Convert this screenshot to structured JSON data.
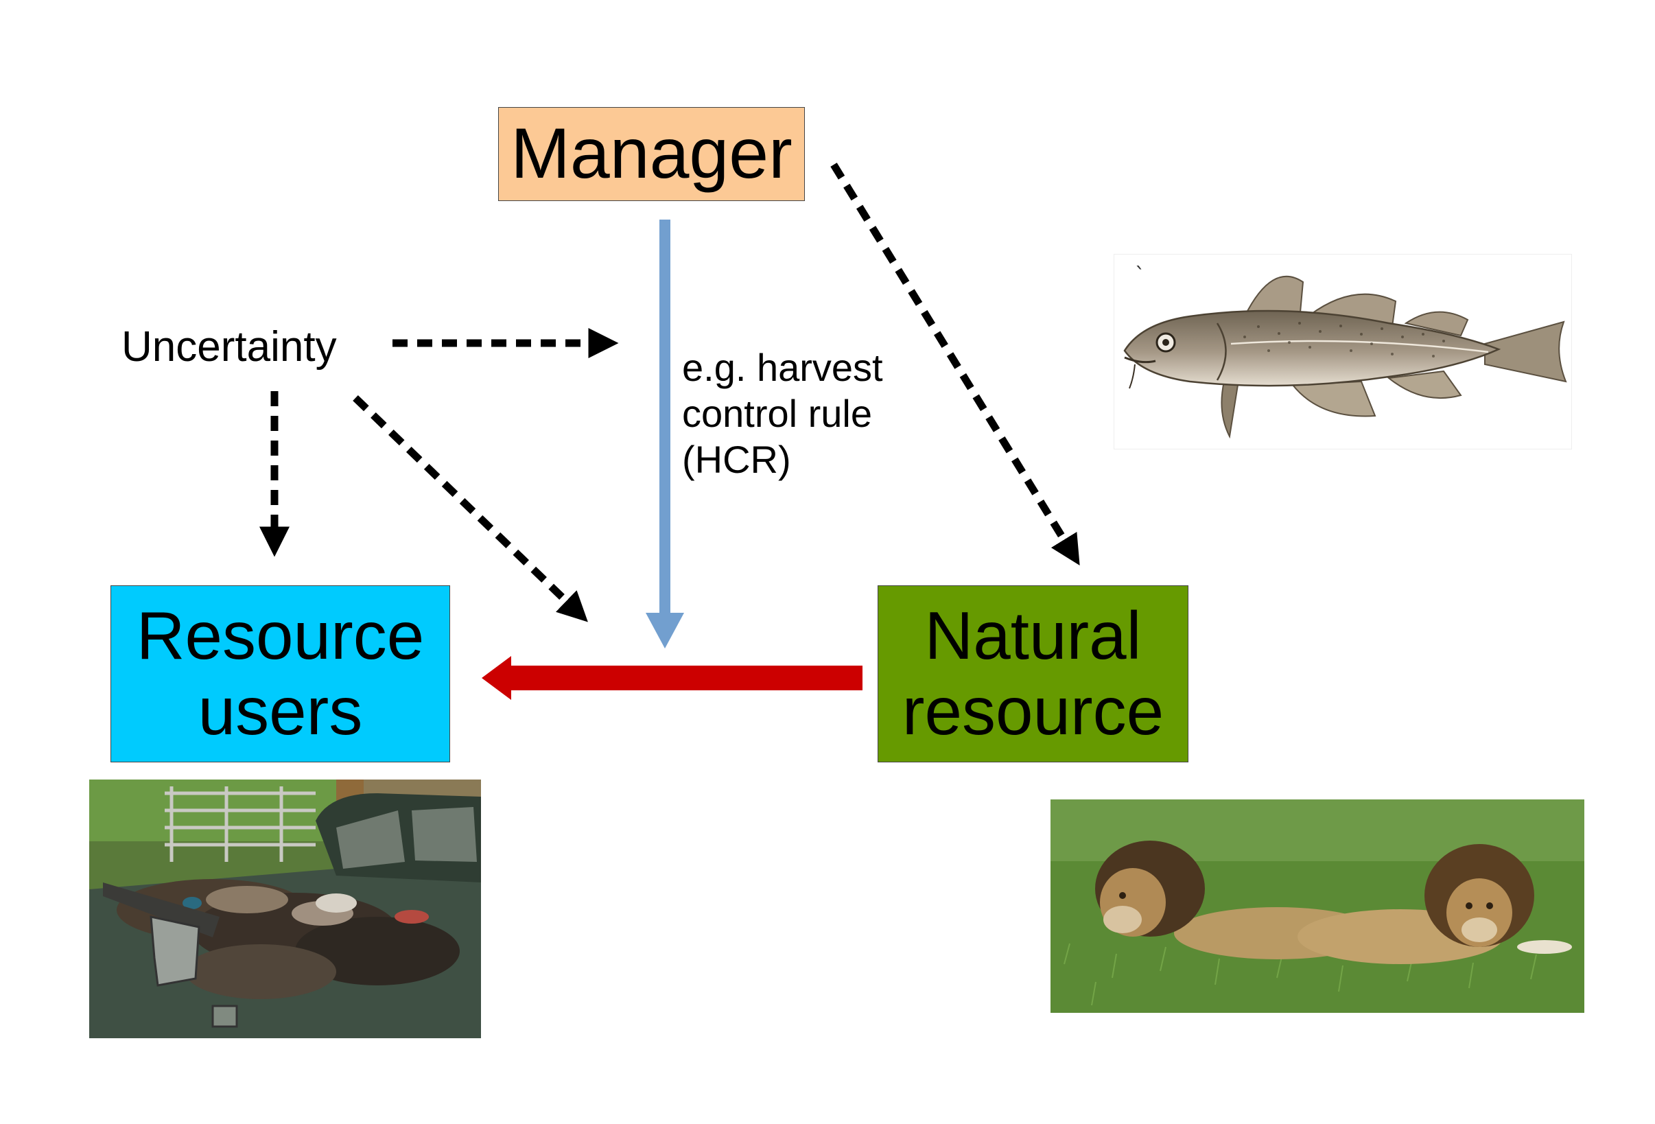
{
  "nodes": {
    "manager": "Manager",
    "resource_users": "Resource\nusers",
    "natural_resource": "Natural\nresource",
    "uncertainty": "Uncertainty"
  },
  "edge_labels": {
    "hcr": "e.g. harvest\ncontrol rule\n(HCR)"
  },
  "pictures": {
    "fish": "fish-illustration",
    "ducks": "harvested-ducks-photo",
    "lions": "lions-photo"
  },
  "colors": {
    "manager_fill": "#fcc995",
    "users_fill": "#00cbfe",
    "natural_fill": "#669a00",
    "harvest_arrow": "#cc0000",
    "control_arrow": "#729fcf",
    "uncertainty_arrows": "#000000"
  }
}
